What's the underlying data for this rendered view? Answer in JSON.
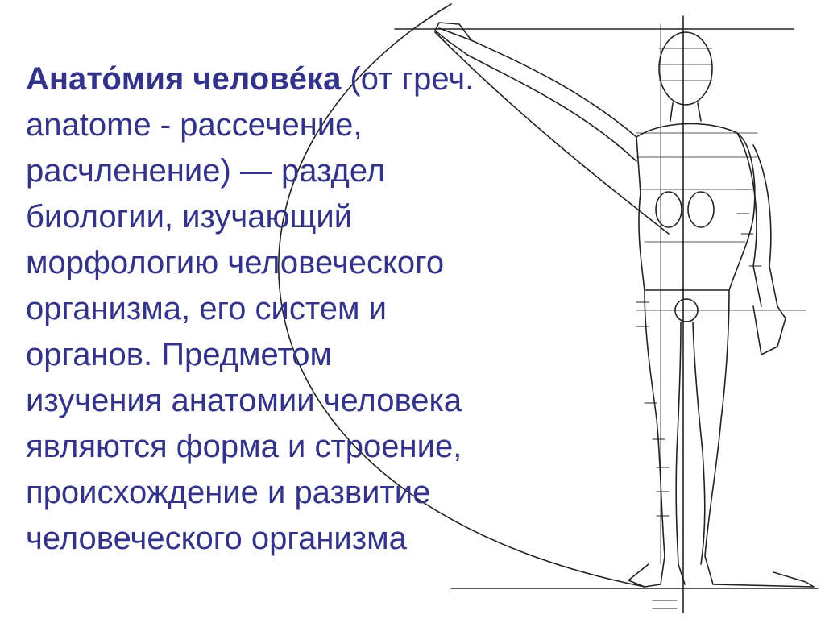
{
  "slide": {
    "term": "Анато́мия человéка",
    "lines": [
      " (от греч.",
      "anatome - рассечение,",
      "расчленение) — раздел",
      "биологии, изучающий",
      "морфологию человеческого",
      "организма, его систем и",
      "органов. Предметом",
      "изучения анатомии человека",
      "являются форма и строение,",
      "происхождение и развитие",
      "человеческого организма"
    ],
    "colors": {
      "text": "#33338a",
      "drawing": "#222222",
      "background": "#ffffff"
    }
  }
}
